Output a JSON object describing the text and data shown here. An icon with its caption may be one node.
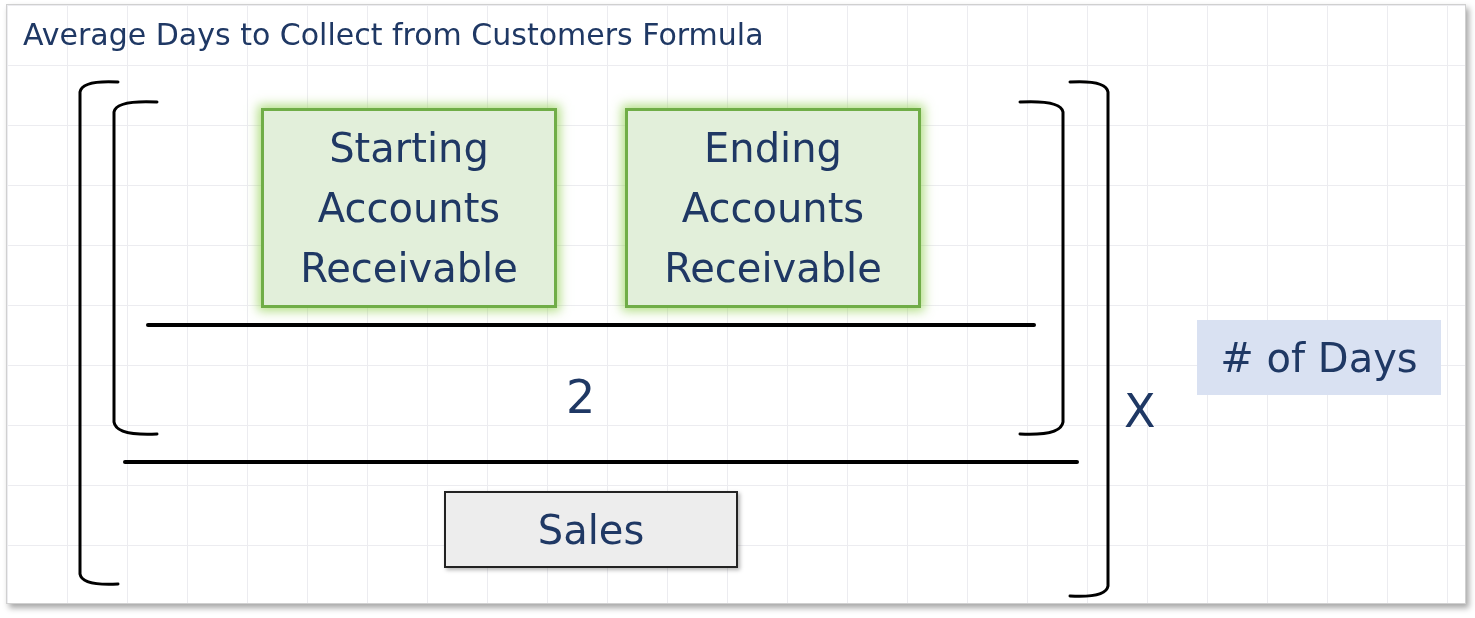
{
  "diagram": {
    "title": "Average Days to Collect from Customers Formula",
    "nodes": [
      {
        "text": [
          "Starting Accounts Receivable"
        ]
      },
      {
        "text": [
          "Ending Accounts Receivable"
        ]
      },
      {
        "text": [
          "Sales"
        ]
      },
      {
        "text": [
          "# of Days"
        ]
      }
    ],
    "labels": [
      "2",
      "X"
    ]
  }
}
